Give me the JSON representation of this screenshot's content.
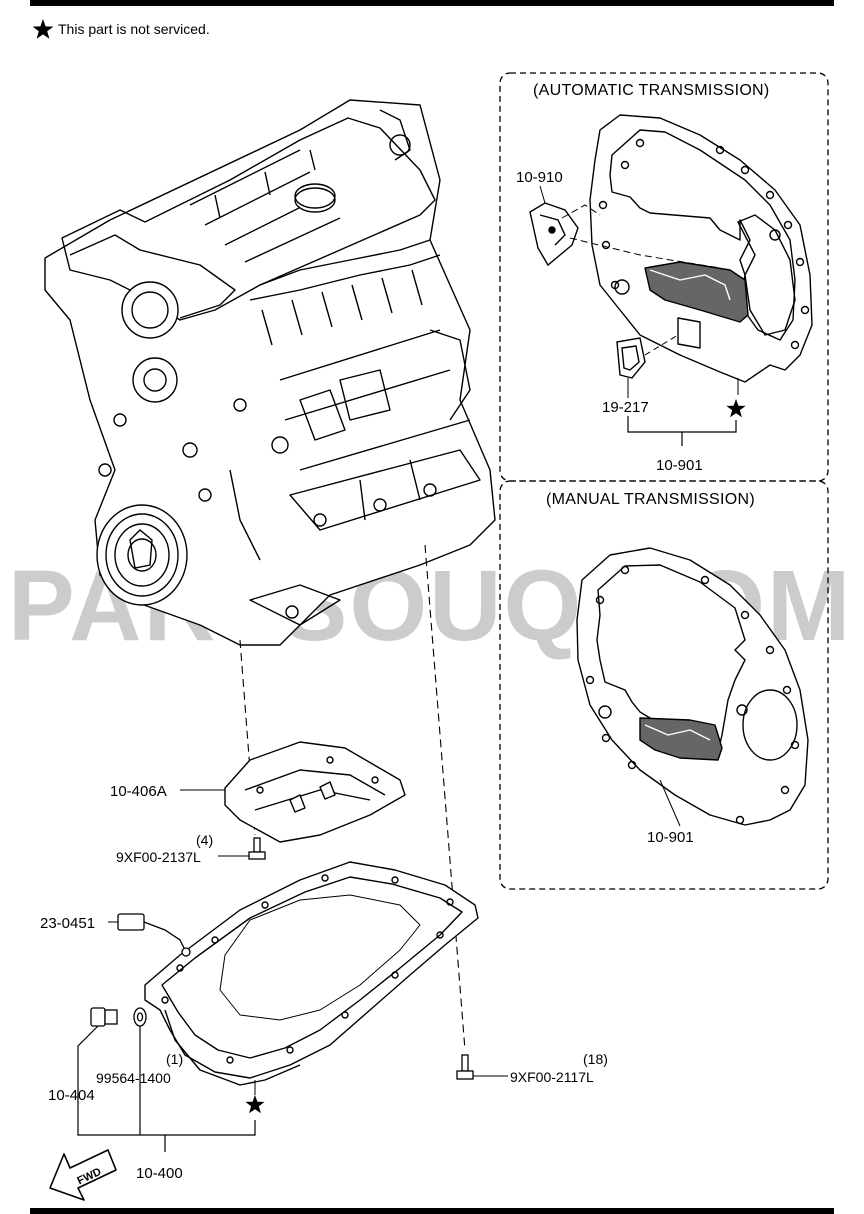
{
  "legend": {
    "star_icon": "black-star",
    "note": "This part is not serviced."
  },
  "sections": {
    "automatic": "(AUTOMATIC TRANSMISSION)",
    "manual": "(MANUAL TRANSMISSION)"
  },
  "parts": {
    "cover_at": "10-910",
    "gasket_at": "19-217",
    "plate_at": "10-901",
    "plate_mt": "10-901",
    "baffle": "10-406A",
    "baffle_bolt_qty": "(4)",
    "baffle_bolt": "9XF00-2137L",
    "sensor": "23-0451",
    "drain_plug": "10-404",
    "washer_qty": "(1)",
    "washer": "99564-1400",
    "oil_pan": "10-400",
    "pan_bolt_qty": "(18)",
    "pan_bolt": "9XF00-2117L"
  },
  "fwd_label": "FWD",
  "watermark": "PARTSOUQ.COM"
}
